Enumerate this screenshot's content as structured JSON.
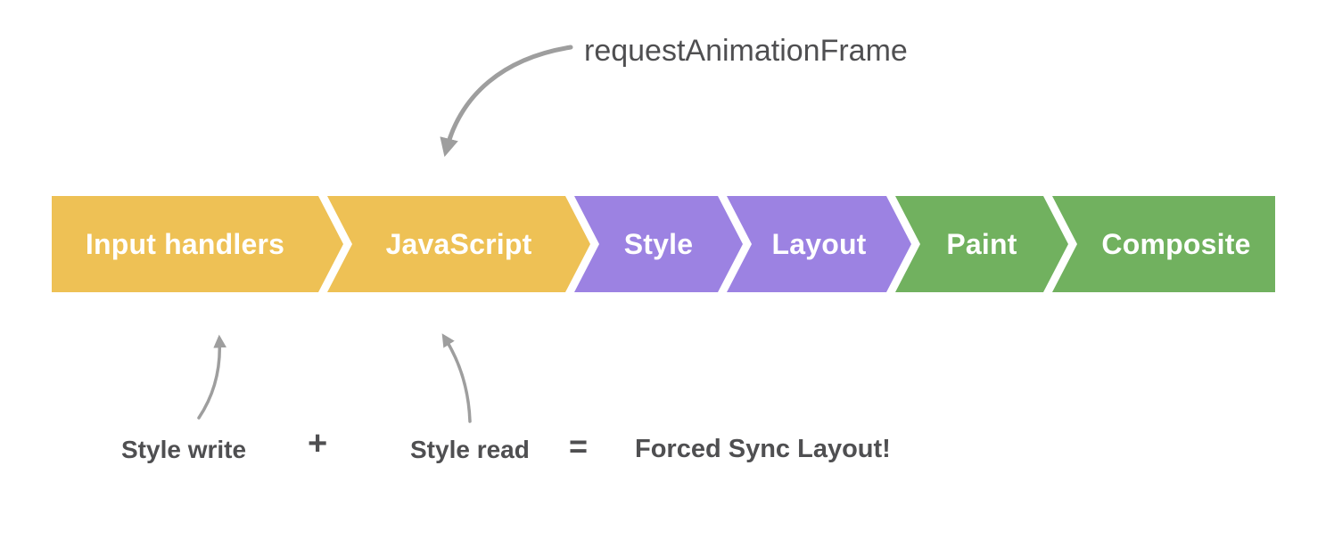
{
  "canvas": {
    "background": "#ffffff"
  },
  "pipeline": {
    "stages": [
      {
        "label": "Input handlers",
        "color": "#eec155"
      },
      {
        "label": "JavaScript",
        "color": "#eec155"
      },
      {
        "label": "Style",
        "color": "#9c82e2"
      },
      {
        "label": "Layout",
        "color": "#9c82e2"
      },
      {
        "label": "Paint",
        "color": "#71b15f"
      },
      {
        "label": "Composite",
        "color": "#71b15f"
      }
    ]
  },
  "annotations": {
    "raf": "requestAnimationFrame",
    "style_write": "Style write",
    "plus": "+",
    "style_read": "Style read",
    "equals": "=",
    "result": "Forced Sync Layout!"
  },
  "colors": {
    "stage_text": "#ffffff",
    "annotation_text": "#4f4f51",
    "arrow": "#9e9e9e",
    "yellow": "#eec155",
    "purple": "#9c82e2",
    "green": "#71b15f"
  }
}
